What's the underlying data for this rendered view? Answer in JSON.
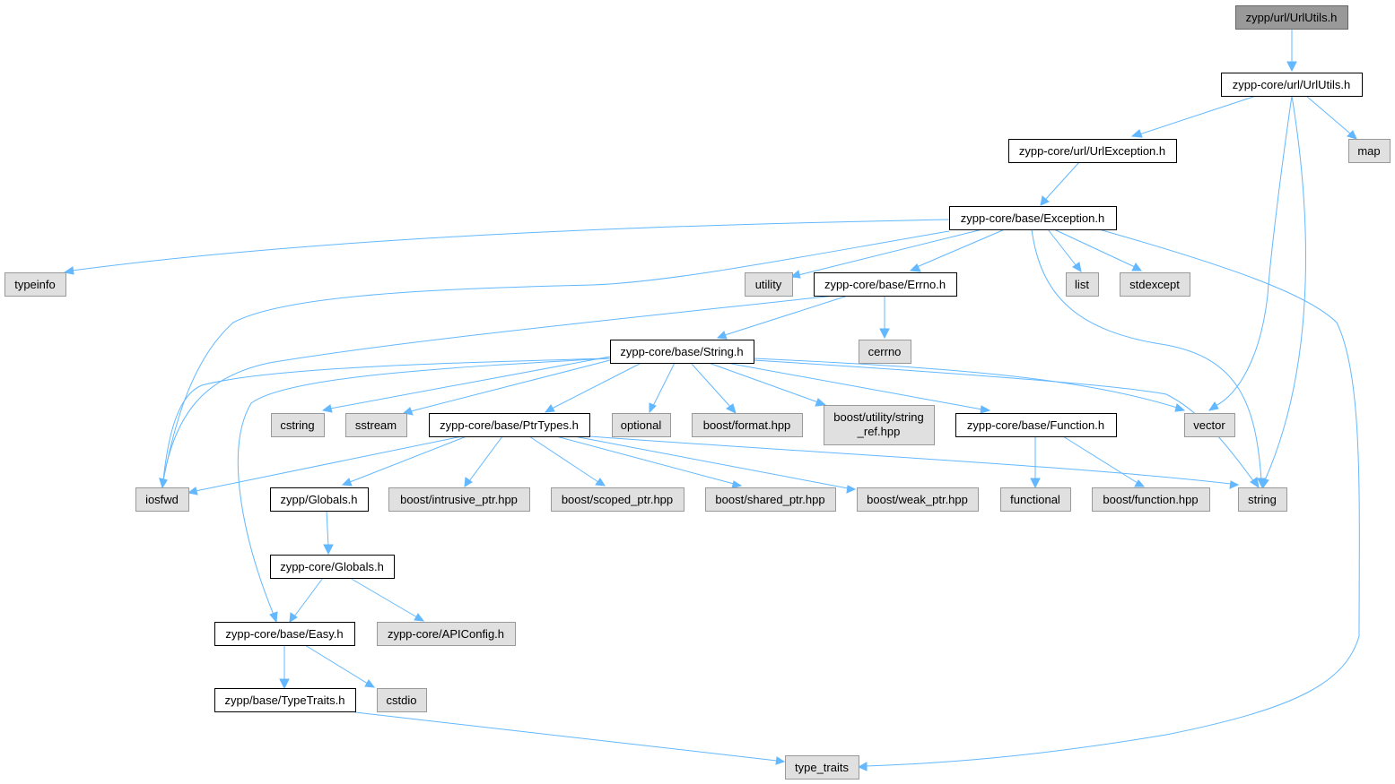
{
  "nodes": [
    {
      "id": "n0",
      "label": "zypp/url/UrlUtils.h",
      "kind": "root"
    },
    {
      "id": "n1",
      "label": "zypp-core/url/UrlUtils.h",
      "kind": "doc"
    },
    {
      "id": "n2",
      "label": "zypp-core/url/UrlException.h",
      "kind": "doc"
    },
    {
      "id": "n3",
      "label": "vector",
      "kind": "sys"
    },
    {
      "id": "n4",
      "label": "string",
      "kind": "sys"
    },
    {
      "id": "n5",
      "label": "map",
      "kind": "sys"
    },
    {
      "id": "n6",
      "label": "zypp-core/base/Exception.h",
      "kind": "doc"
    },
    {
      "id": "n7",
      "label": "iosfwd",
      "kind": "sys"
    },
    {
      "id": "n8",
      "label": "list",
      "kind": "sys"
    },
    {
      "id": "n9",
      "label": "stdexcept",
      "kind": "sys"
    },
    {
      "id": "n10",
      "label": "typeinfo",
      "kind": "sys"
    },
    {
      "id": "n11",
      "label": "type_traits",
      "kind": "sys"
    },
    {
      "id": "n12",
      "label": "zypp-core/base/Errno.h",
      "kind": "doc"
    },
    {
      "id": "n13",
      "label": "utility",
      "kind": "sys"
    },
    {
      "id": "n14",
      "label": "cerrno",
      "kind": "sys"
    },
    {
      "id": "n15",
      "label": "zypp-core/base/String.h",
      "kind": "doc"
    },
    {
      "id": "n16",
      "label": "cstring",
      "kind": "sys"
    },
    {
      "id": "n17",
      "label": "sstream",
      "kind": "sys"
    },
    {
      "id": "n18",
      "label": "zypp-core/base/Easy.h",
      "kind": "doc"
    },
    {
      "id": "n19",
      "label": "cstdio",
      "kind": "sys"
    },
    {
      "id": "n20",
      "label": "zypp/base/TypeTraits.h",
      "kind": "doc"
    },
    {
      "id": "n21",
      "label": "zypp-core/base/PtrTypes.h",
      "kind": "doc"
    },
    {
      "id": "n22",
      "label": "zypp/Globals.h",
      "kind": "doc"
    },
    {
      "id": "n23",
      "label": "zypp-core/Globals.h",
      "kind": "doc"
    },
    {
      "id": "n24",
      "label": "zypp-core/APIConfig.h",
      "kind": "sys"
    },
    {
      "id": "n25",
      "label": "boost/scoped_ptr.hpp",
      "kind": "sys"
    },
    {
      "id": "n26",
      "label": "boost/shared_ptr.hpp",
      "kind": "sys"
    },
    {
      "id": "n27",
      "label": "boost/weak_ptr.hpp",
      "kind": "sys"
    },
    {
      "id": "n28",
      "label": "boost/intrusive_ptr.hpp",
      "kind": "sys"
    },
    {
      "id": "n29",
      "label": "optional",
      "kind": "sys"
    },
    {
      "id": "n30",
      "label": "boost/format.hpp",
      "kind": "sys"
    },
    {
      "id": "n31",
      "label": [
        "boost/utility/string",
        "_ref.hpp"
      ],
      "kind": "sys"
    },
    {
      "id": "n32",
      "label": "zypp-core/base/Function.h",
      "kind": "doc"
    },
    {
      "id": "n33",
      "label": "functional",
      "kind": "sys"
    },
    {
      "id": "n34",
      "label": "boost/function.hpp",
      "kind": "sys"
    }
  ],
  "edges": [
    [
      "n0",
      "n1"
    ],
    [
      "n1",
      "n2"
    ],
    [
      "n1",
      "n3"
    ],
    [
      "n1",
      "n4"
    ],
    [
      "n1",
      "n5"
    ],
    [
      "n2",
      "n6"
    ],
    [
      "n6",
      "n7"
    ],
    [
      "n6",
      "n8"
    ],
    [
      "n6",
      "n9"
    ],
    [
      "n6",
      "n4"
    ],
    [
      "n6",
      "n10"
    ],
    [
      "n6",
      "n11"
    ],
    [
      "n6",
      "n12"
    ],
    [
      "n6",
      "n13"
    ],
    [
      "n12",
      "n14"
    ],
    [
      "n12",
      "n7"
    ],
    [
      "n12",
      "n15"
    ],
    [
      "n15",
      "n16"
    ],
    [
      "n15",
      "n7"
    ],
    [
      "n15",
      "n17"
    ],
    [
      "n15",
      "n4"
    ],
    [
      "n15",
      "n18"
    ],
    [
      "n15",
      "n21"
    ],
    [
      "n15",
      "n29"
    ],
    [
      "n15",
      "n30"
    ],
    [
      "n15",
      "n31"
    ],
    [
      "n15",
      "n32"
    ],
    [
      "n15",
      "n3"
    ],
    [
      "n18",
      "n19"
    ],
    [
      "n18",
      "n20"
    ],
    [
      "n20",
      "n11"
    ],
    [
      "n21",
      "n7"
    ],
    [
      "n21",
      "n4"
    ],
    [
      "n21",
      "n22"
    ],
    [
      "n21",
      "n28"
    ],
    [
      "n21",
      "n25"
    ],
    [
      "n21",
      "n26"
    ],
    [
      "n21",
      "n27"
    ],
    [
      "n22",
      "n23"
    ],
    [
      "n23",
      "n24"
    ],
    [
      "n23",
      "n18"
    ],
    [
      "n32",
      "n33"
    ],
    [
      "n32",
      "n34"
    ]
  ],
  "colors": {
    "edge": "#63b8ff",
    "root_fill": "#999999",
    "doc_fill": "#ffffff",
    "sys_fill": "#e0e0e0"
  }
}
